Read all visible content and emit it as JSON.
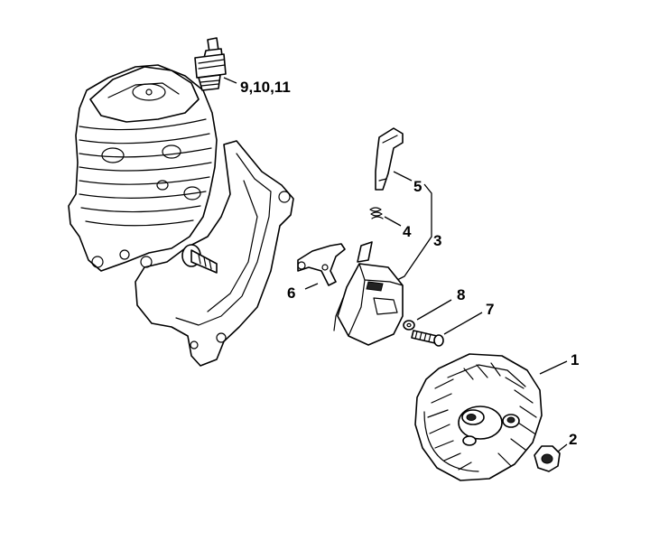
{
  "callouts": {
    "c1": "1",
    "c2": "2",
    "c3": "3",
    "c4": "4",
    "c5": "5",
    "c6": "6",
    "c7": "7",
    "c8": "8",
    "c9": "9,10,11"
  }
}
